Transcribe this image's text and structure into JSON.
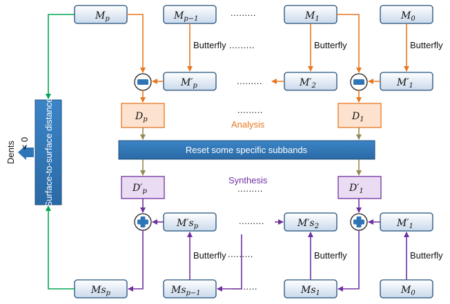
{
  "top_row": {
    "m_p": "M",
    "m_p_sub": "p",
    "m_p1": "M",
    "m_p1_sub": "p−1",
    "m_1": "M",
    "m_1_sub": "1",
    "m_0": "M",
    "m_0_sub": "0",
    "dots": "........."
  },
  "analysis_row": {
    "mp_prime": "M′",
    "mp_prime_sub": "p",
    "m2_prime": "M′",
    "m2_prime_sub": "2",
    "m1_prime": "M′",
    "m1_prime_sub": "1",
    "dots": ".........",
    "minus": "−"
  },
  "butterfly_label": "Butterfly",
  "d_row": {
    "dp": "D",
    "dp_sub": "p",
    "d1": "D",
    "d1_sub": "1",
    "dots": ".........",
    "analysis_label": "Analysis"
  },
  "reset_bar": {
    "label": "Reset some specific subbands"
  },
  "synthesis_row": {
    "dp_prime": "D′",
    "dp_prime_sub": "p",
    "d1_prime": "D′",
    "d1_prime_sub": "1",
    "dots": ".........",
    "synthesis_label": "Synthesis"
  },
  "recon_row": {
    "msp_prime": "M′s",
    "msp_prime_sub": "p",
    "ms2_prime": "M′s",
    "ms2_prime_sub": "2",
    "m1_prime": "M′",
    "m1_prime_sub": "1",
    "dots": ".........",
    "plus": "+"
  },
  "bottom_row": {
    "ms_p": "Ms",
    "ms_p_sub": "p",
    "ms_p1": "Ms",
    "ms_p1_sub": "p−1",
    "ms_1": "Ms",
    "ms_1_sub": "1",
    "m_0": "M",
    "m_0_sub": "0",
    "dots": "........."
  },
  "side": {
    "distance_label": "Surface-to-surface distance",
    "dents_label": "Dents",
    "threshold_label": "< 0"
  },
  "colors": {
    "orange": "#e87722",
    "purple": "#7030a0",
    "green": "#00a651",
    "olive": "#948a54",
    "blue": "#2e75b6"
  }
}
